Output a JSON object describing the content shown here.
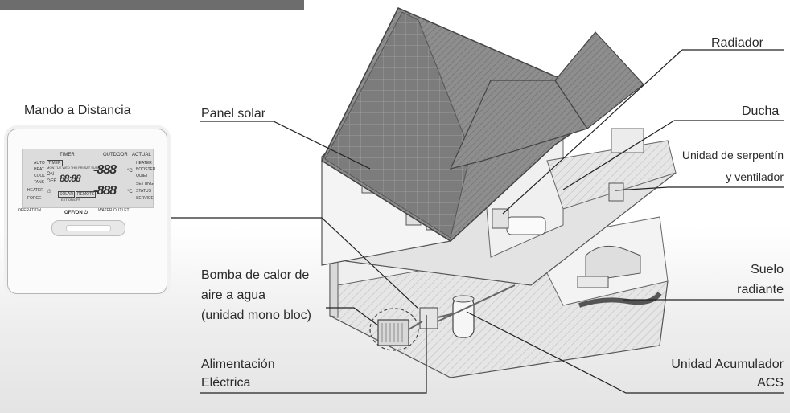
{
  "labels": {
    "mando": "Mando a Distancia",
    "panel_solar": "Panel solar",
    "radiador": "Radiador",
    "ducha": "Ducha",
    "serpentin_1": "Unidad de serpentín",
    "serpentin_2": "y ventilador",
    "suelo_1": "Suelo",
    "suelo_2": "radiante",
    "bomba_1": "Bomba de calor de",
    "bomba_2": "aire a agua",
    "bomba_3": "(unidad mono bloc)",
    "alim_1": "Alimentación",
    "alim_2": "Eléctrica",
    "acs_1": "Unidad Acumulador",
    "acs_2": "ACS"
  },
  "remote": {
    "timer": "TIMER",
    "outdoor": "OUTDOOR",
    "actual": "ACTUAL",
    "modes": [
      "AUTO",
      "HEAT",
      "COOL",
      "TANK"
    ],
    "heater": "HEATER",
    "force": "FORCE",
    "on": "ON",
    "off": "OFF",
    "timer_box": "TIMER",
    "clock": "88:88",
    "digits_top": "-888",
    "digits_bottom": "-888",
    "deg_c": "°C",
    "right_items": [
      "HEATER",
      "BOOSTER",
      "QUIET",
      "SETTING",
      "STATUS",
      "SERVICE"
    ],
    "days": "MON TUE WED THU FRI SAT SUN",
    "solar": "SOLAR",
    "remote": "REMOTE",
    "ext": "EXT ON/OFF",
    "operation": "OPERATION",
    "water_outlet": "WATER OUTLET",
    "off_on": "OFF/ON"
  }
}
